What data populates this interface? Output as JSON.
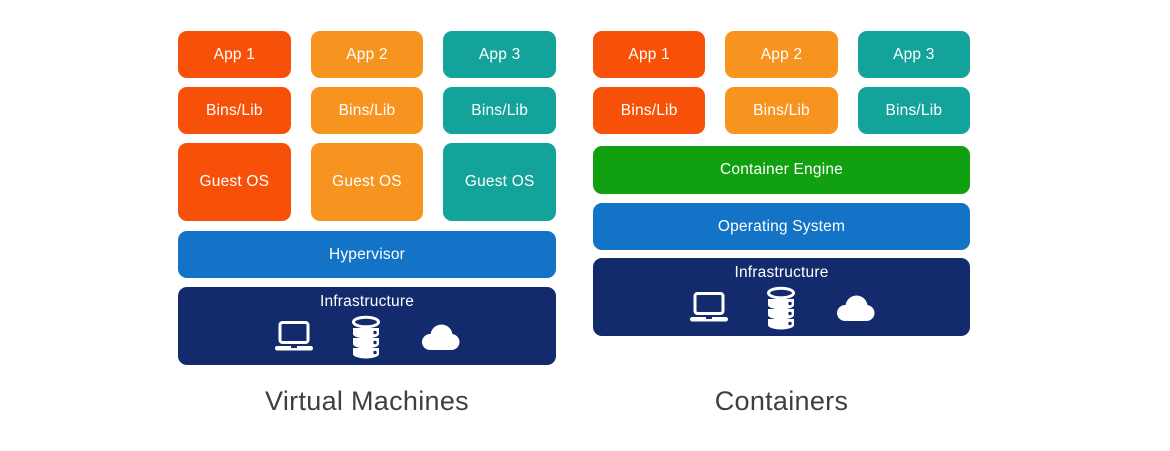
{
  "left": {
    "title": "Virtual Machines",
    "columns": [
      {
        "app": "App 1",
        "bins": "Bins/Lib",
        "guest_os": "Guest OS"
      },
      {
        "app": "App 2",
        "bins": "Bins/Lib",
        "guest_os": "Guest OS"
      },
      {
        "app": "App 3",
        "bins": "Bins/Lib",
        "guest_os": "Guest OS"
      }
    ],
    "hypervisor": "Hypervisor",
    "infrastructure": "Infrastructure"
  },
  "right": {
    "title": "Containers",
    "columns": [
      {
        "app": "App 1",
        "bins": "Bins/Lib"
      },
      {
        "app": "App 2",
        "bins": "Bins/Lib"
      },
      {
        "app": "App 3",
        "bins": "Bins/Lib"
      }
    ],
    "container_engine": "Container Engine",
    "operating_system": "Operating System",
    "infrastructure": "Infrastructure"
  },
  "infrastructure_icons": [
    "laptop-icon",
    "database-icon",
    "cloud-icon"
  ],
  "colors": {
    "stack_1": "#F75109",
    "stack_2": "#F79420",
    "stack_3": "#13A39A",
    "blue_bar": "#1273C7",
    "green_bar": "#10A010",
    "navy_bar": "#132A6C",
    "title_text": "#3F3F3F",
    "block_text": "#FFFFFF"
  }
}
